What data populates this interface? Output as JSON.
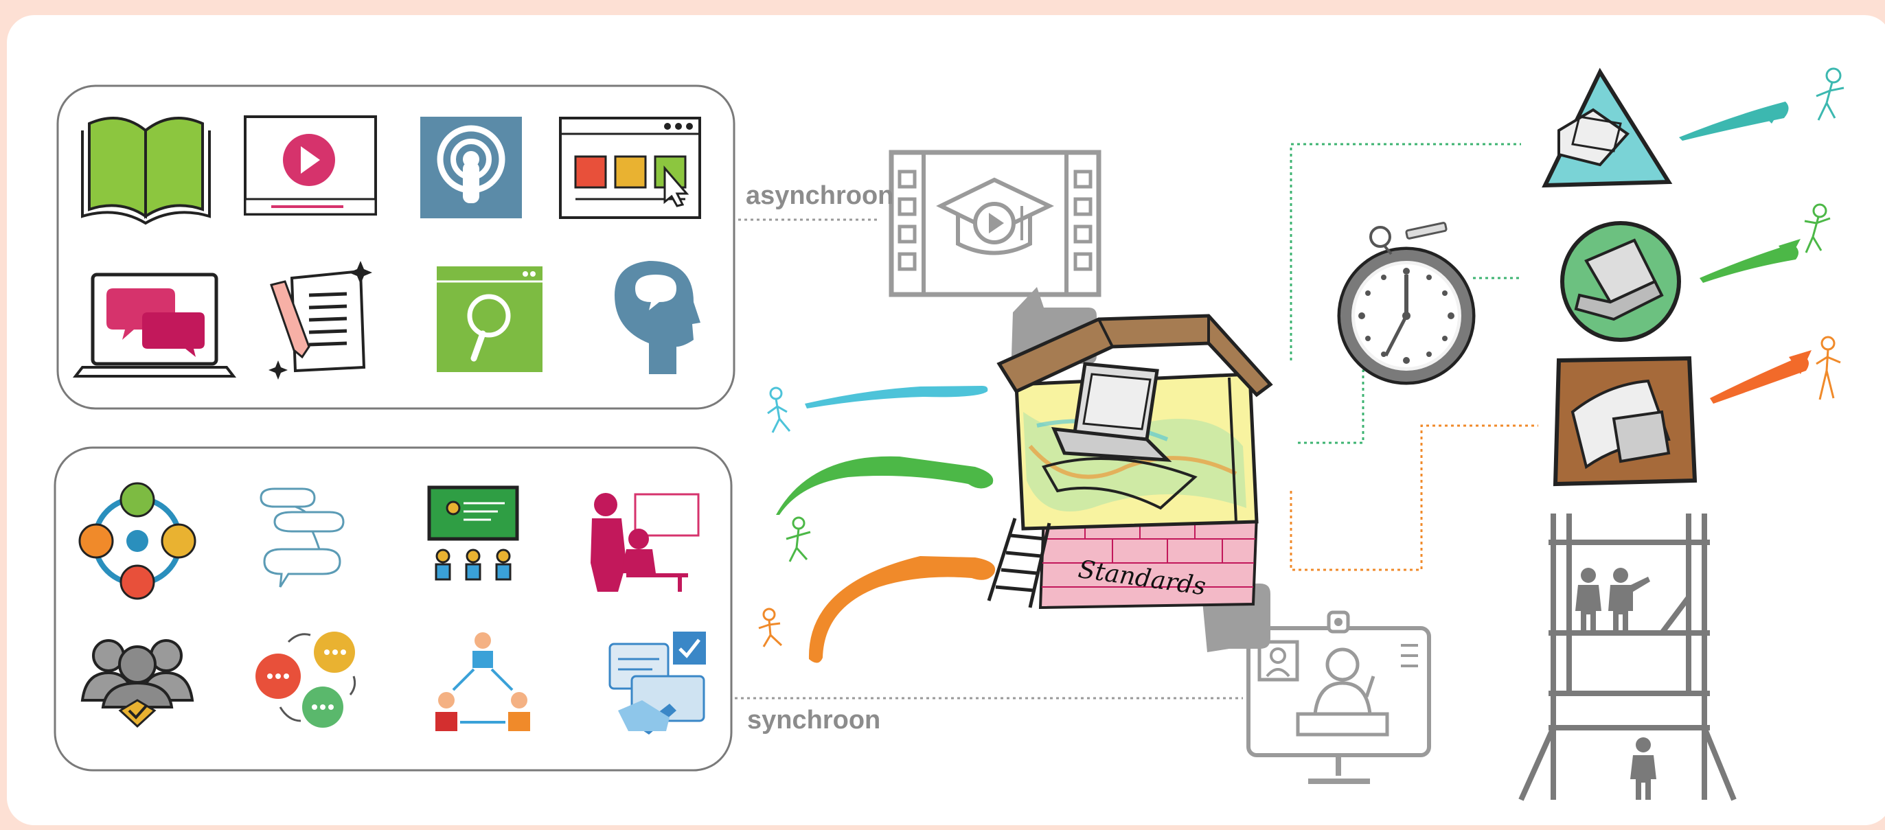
{
  "labels": {
    "asynchronous": "asynchroon",
    "synchronous": "synchroon",
    "house_sign": "Standards"
  },
  "asynchronous_resources": [
    "book-icon",
    "video-player-icon",
    "podcast-icon",
    "web-page-icon",
    "laptop-chat-icon",
    "writing-notes-icon",
    "search-window-icon",
    "head-thought-icon"
  ],
  "synchronous_activities": [
    "group-network-icon",
    "dialogue-bubbles-icon",
    "classroom-presentation-icon",
    "tutoring-icon",
    "team-approval-icon",
    "discussion-icon",
    "team-structure-icon",
    "online-feedback-icon"
  ],
  "learner_paths": [
    "blue",
    "green",
    "orange"
  ],
  "colors": {
    "background": "#fde0d4",
    "card": "#ffffff",
    "blue": "#4dc3d9",
    "green": "#4cb847",
    "orange": "#f08a2a",
    "gray_icon": "#9a9a9a",
    "label": "#8c8c8c"
  }
}
